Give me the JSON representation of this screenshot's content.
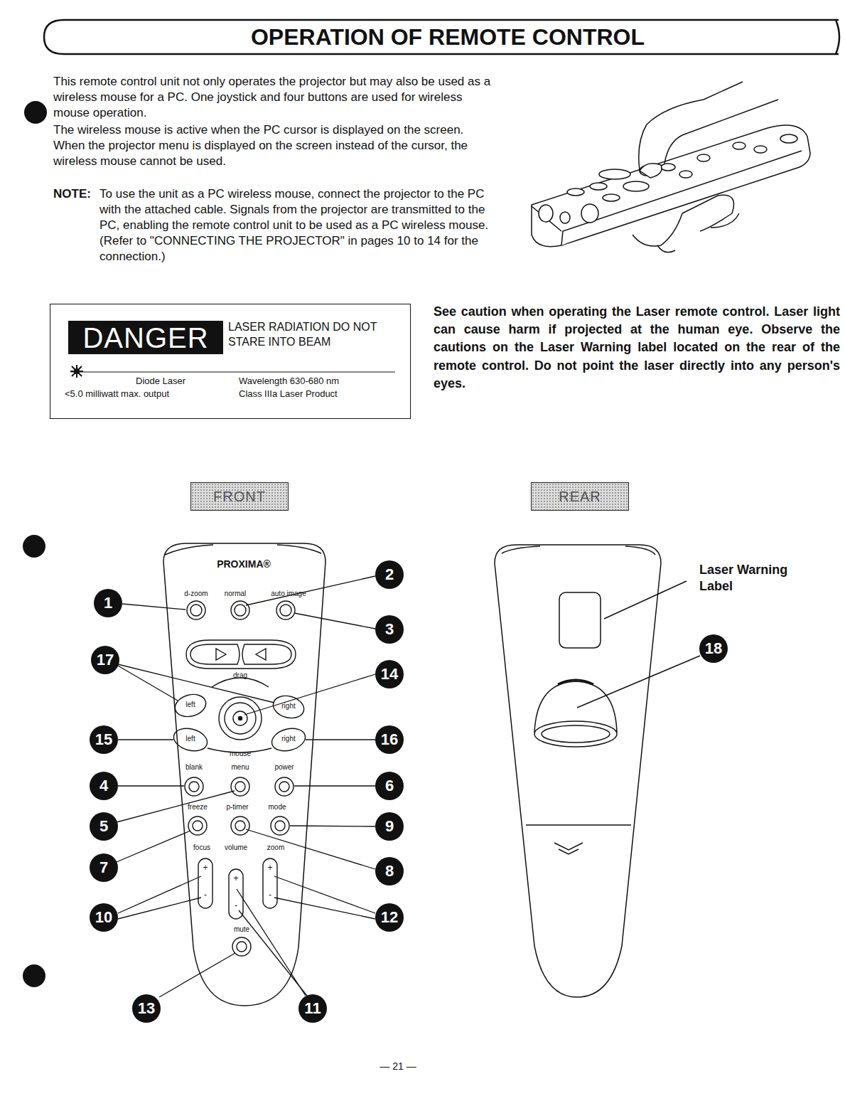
{
  "diagram": {
    "title": "OPERATION OF REMOTE CONTROL",
    "nodes": [
      {
        "text": [
          "LASER RADIATION DO NOT STARE INTO BEAM",
          "Diode Laser",
          "Wavelength 630-680 nm",
          "<5.0 milliwatt max. output",
          "Class IIIa Laser Product"
        ]
      },
      {
        "text": [
          "DANGER"
        ],
        "in": 0
      },
      {
        "text": [
          "FRONT"
        ]
      },
      {
        "text": [
          "REAR"
        ]
      },
      {
        "text": [
          "PROXIMA®"
        ]
      },
      {
        "text": [
          "1"
        ]
      },
      {
        "text": [
          "2"
        ]
      },
      {
        "text": [
          "3"
        ]
      },
      {
        "text": [
          "17"
        ]
      },
      {
        "text": [
          "14"
        ]
      },
      {
        "text": [
          "15"
        ]
      },
      {
        "text": [
          "16"
        ]
      },
      {
        "text": [
          "4"
        ]
      },
      {
        "text": [
          "5"
        ]
      },
      {
        "text": [
          "6"
        ]
      },
      {
        "text": [
          "7"
        ]
      },
      {
        "text": [
          "8"
        ]
      },
      {
        "text": [
          "9"
        ]
      },
      {
        "text": [
          "10"
        ]
      },
      {
        "text": [
          "12"
        ]
      },
      {
        "text": [
          "13"
        ]
      },
      {
        "text": [
          "11"
        ]
      },
      {
        "text": [
          "18"
        ]
      }
    ],
    "labels": [
      "This remote control unit not only operates the projector but may also be used as a wireless mouse for a PC. One joystick and four buttons are used for wireless mouse operation.",
      "The wireless mouse is active when the PC cursor is displayed on the screen. When the projector menu is displayed on the screen instead of the cursor, the wireless mouse cannot be used.",
      "NOTE:",
      "To use the unit as a PC wireless mouse, connect the projector to the PC with the attached cable. Signals from the projector are transmitted to the PC, enabling the remote control unit to be used as a PC wireless mouse. (Refer to \"CONNECTING THE PROJECTOR\" in pages 10 to 14 for the connection.)",
      "See caution when operating the Laser remote control. Laser light can cause harm if projected at the human eye. Observe the cautions on the Laser Warning label located on the rear of the remote control. Do not point the laser directly into any person's eyes.",
      "d-zoom",
      "normal",
      "auto image",
      "drag",
      "left",
      "right",
      "left",
      "right",
      "mouse",
      "blank",
      "menu",
      "power",
      "freeze",
      "p-timer",
      "mode",
      "focus",
      "volume",
      "zoom",
      "+",
      "-",
      "+",
      "-",
      "+",
      "-",
      "mute",
      "Laser Warning Label",
      "— 21 —"
    ]
  }
}
